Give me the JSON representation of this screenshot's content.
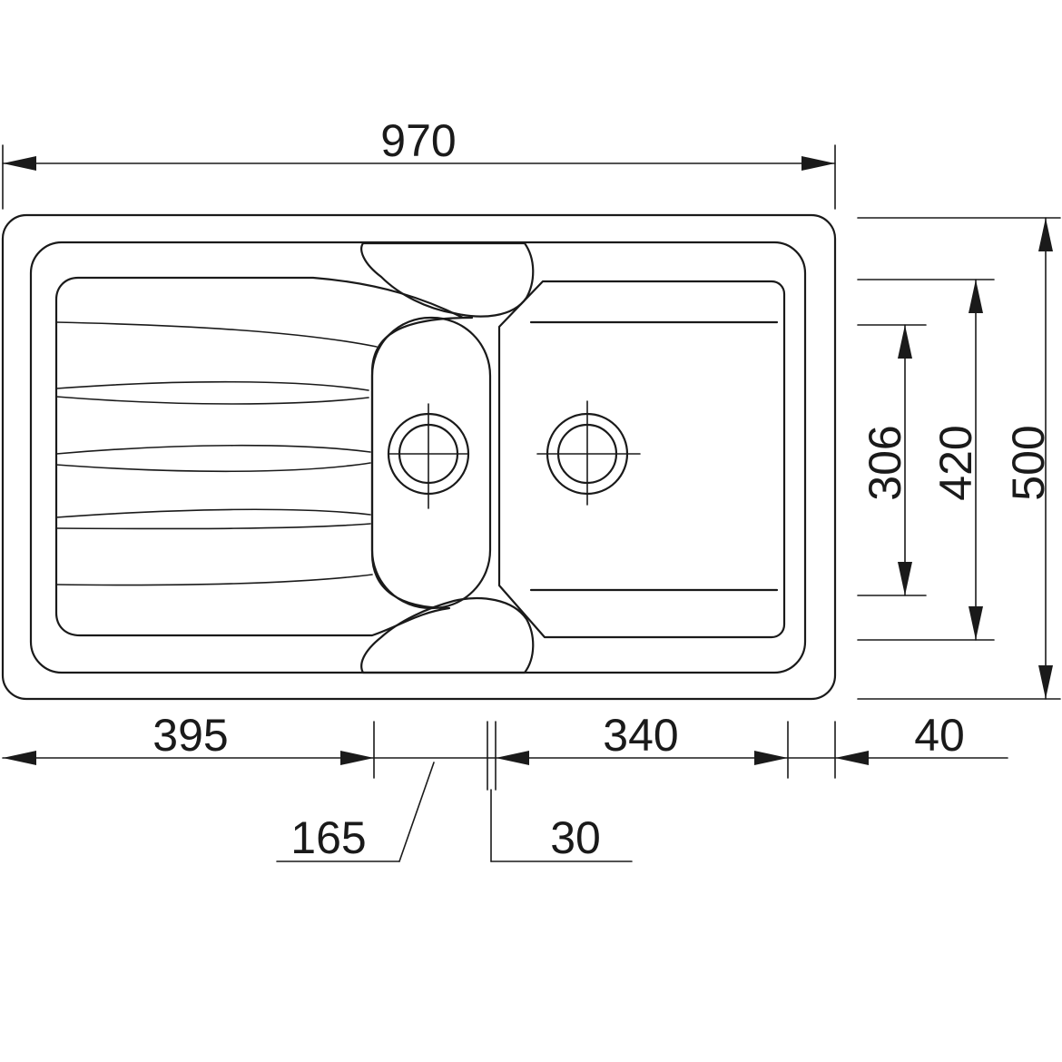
{
  "dimensions": {
    "overall_width": "970",
    "overall_depth": "500",
    "bowl_depth_outer": "420",
    "bowl_depth_inner": "306",
    "drainer_width": "395",
    "small_bowl_width": "165",
    "main_bowl_width": "340",
    "gap_between_bowls": "30",
    "right_edge_margin": "40"
  }
}
